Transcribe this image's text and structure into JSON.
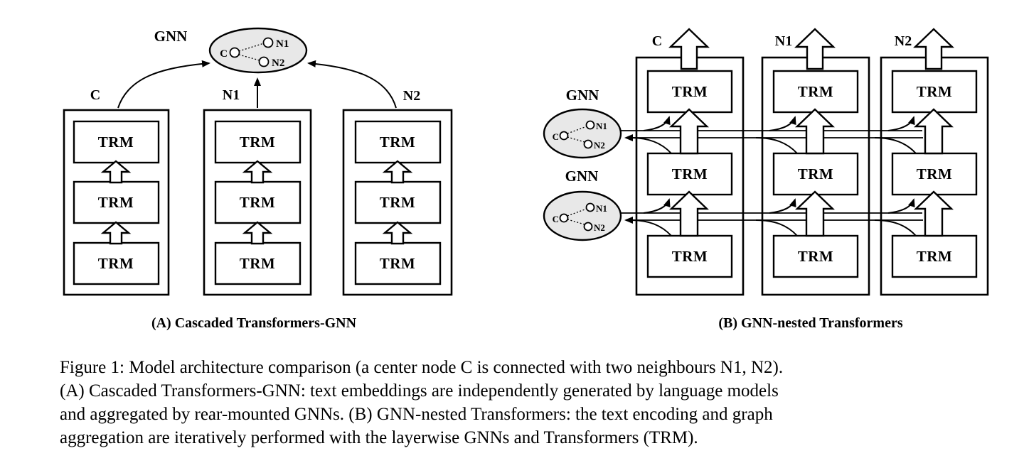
{
  "figure": {
    "gnn_label": "GNN",
    "trm_label": "TRM",
    "graph_nodes": {
      "c": "C",
      "n1": "N1",
      "n2": "N2"
    },
    "panelA": {
      "caption": "(A) Cascaded Transformers-GNN",
      "towers": [
        {
          "label": "C"
        },
        {
          "label": "N1"
        },
        {
          "label": "N2"
        }
      ]
    },
    "panelB": {
      "caption": "(B) GNN-nested Transformers",
      "columns": [
        {
          "label": "C"
        },
        {
          "label": "N1"
        },
        {
          "label": "N2"
        }
      ]
    },
    "caption_lines": [
      "Figure 1: Model architecture comparison (a center node C is connected with two neighbours N1, N2).",
      "(A) Cascaded Transformers-GNN: text embeddings are independently generated by language models",
      "and aggregated by rear-mounted GNNs. (B) GNN-nested Transformers: the text encoding and graph",
      "aggregation are iteratively performed with the layerwise GNNs and Transformers (TRM)."
    ],
    "colors": {
      "ellipse_fill": "#e8e8e8",
      "stroke": "#000000",
      "background": "#ffffff"
    }
  }
}
